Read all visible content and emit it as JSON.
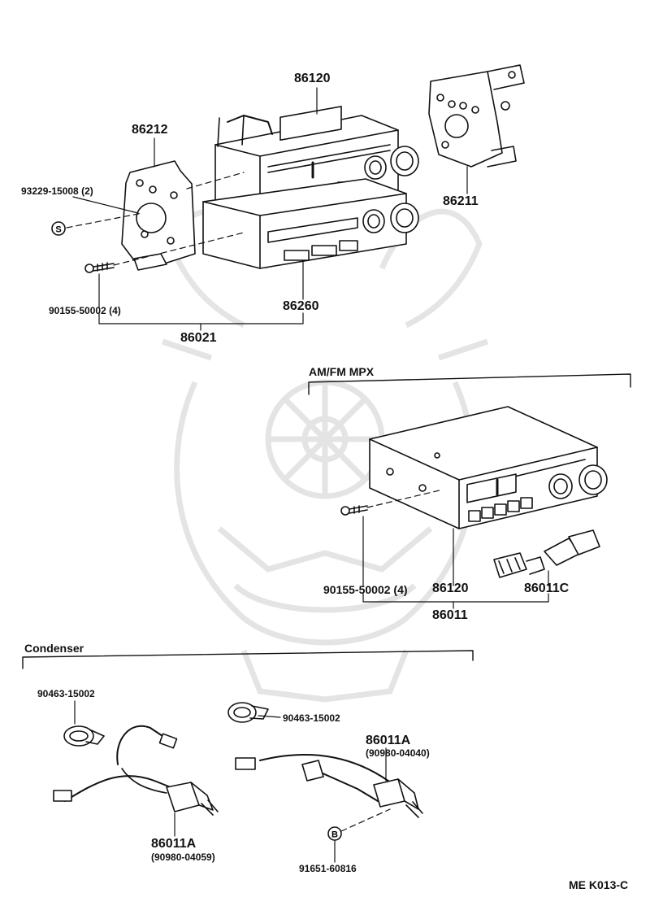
{
  "sections": {
    "top": {
      "parts": {
        "p86120": "86120",
        "p86212": "86212",
        "p86211": "86211",
        "p93229": "93229-15008 (2)",
        "p90155": "90155-50002 (4)",
        "p86260": "86260",
        "p86021": "86021"
      },
      "symbol_s": "S"
    },
    "amfm": {
      "title": "AM/FM  MPX",
      "parts": {
        "p90155": "90155-50002  (4)",
        "p86120": "86120",
        "p86011C": "86011C",
        "p86011": "86011"
      }
    },
    "condenser": {
      "title": "Condenser",
      "parts": {
        "clamp_left": "90463-15002",
        "clamp_right": "90463-15002",
        "p86011A_left": "86011A",
        "p86011A_left_sub": "(90980-04059)",
        "p86011A_right": "86011A",
        "p86011A_right_sub": "(90980-04040)",
        "p91651": "91651-60816"
      },
      "symbol_b": "B"
    }
  },
  "footer_code": "ME K013-C",
  "colors": {
    "ink": "#111111",
    "watermark": "#d9d9d9",
    "paper": "#ffffff"
  }
}
